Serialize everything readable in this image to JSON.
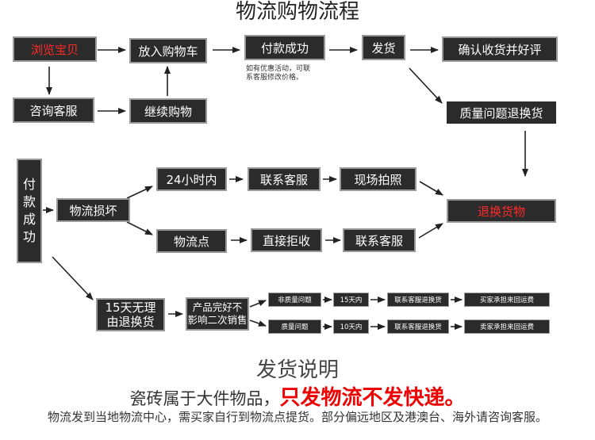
{
  "title": "物流购物流程",
  "nodes": {
    "browse": "浏览宝贝",
    "add_cart": "放入购物车",
    "pay_success": "付款成功",
    "ship": "发货",
    "confirm": "确认收货并好评",
    "consult": "咨询客服",
    "continue_shop": "继续购物",
    "quality_issue": "质量问题退换货",
    "return_goods": "退换货物",
    "paid_vertical": [
      "付",
      "款",
      "成",
      "功"
    ],
    "logistics_damage": "物流损坏",
    "within_24h": "24小时内",
    "contact_cs_1": "联系客服",
    "photo": "现场拍照",
    "logistics_point": "物流点",
    "reject": "直接拒收",
    "contact_cs_2": "联系客服",
    "no_reason_line1": "15天无理",
    "no_reason_line2": "由退换货",
    "intact_line1": "产品完好不",
    "intact_line2": "影响二次销售",
    "non_quality": "非质量问题",
    "days_15": "15天内",
    "contact_exchange_1": "联系客服退换货",
    "buyer_pays": "买家承担来回运费",
    "quality": "质量问题",
    "days_10": "10天内",
    "contact_exchange_2": "联系客服退换货",
    "seller_pays": "卖家承担来回运费"
  },
  "discount_note": [
    "如有优惠活动，可联",
    "系客服修改价格。"
  ],
  "footer": {
    "heading": "发货说明",
    "line1_prefix": "瓷砖属于大件物品，",
    "line1_highlight": "只发物流不发快递。",
    "line2": "物流发到当地物流中心，需买家自行到物流点提货。部分偏远地区及港澳台、海外请咨询客服。"
  },
  "colors": {
    "box_bg": "#2b2b2b",
    "box_border": "#9a9a9a",
    "highlight_red": "#ff2a2a"
  }
}
